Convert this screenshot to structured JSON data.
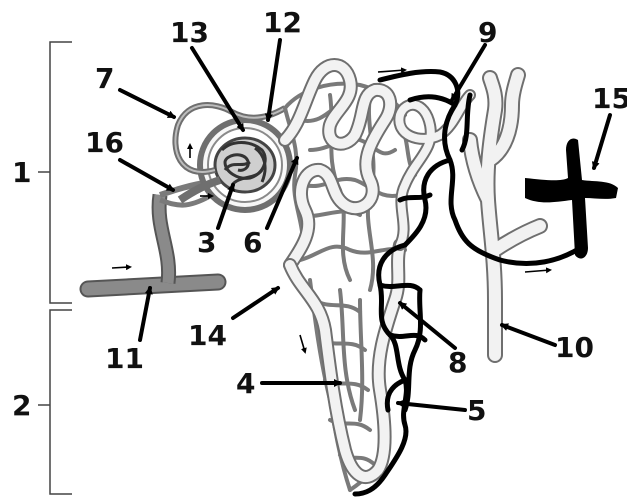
{
  "diagram": {
    "labels": {
      "n1": "1",
      "n2": "2",
      "n3": "3",
      "n4": "4",
      "n5": "5",
      "n6": "6",
      "n7": "7",
      "n8": "8",
      "n9": "9",
      "n10": "10",
      "n11": "11",
      "n12": "12",
      "n13": "13",
      "n14": "14",
      "n15": "15",
      "n16": "16"
    },
    "colors": {
      "artery": "#7a7a7a",
      "vein": "#000000",
      "tubule_fill": "#f2f2f2",
      "tubule_outline": "#6f6f6f",
      "label": "#111111"
    }
  }
}
